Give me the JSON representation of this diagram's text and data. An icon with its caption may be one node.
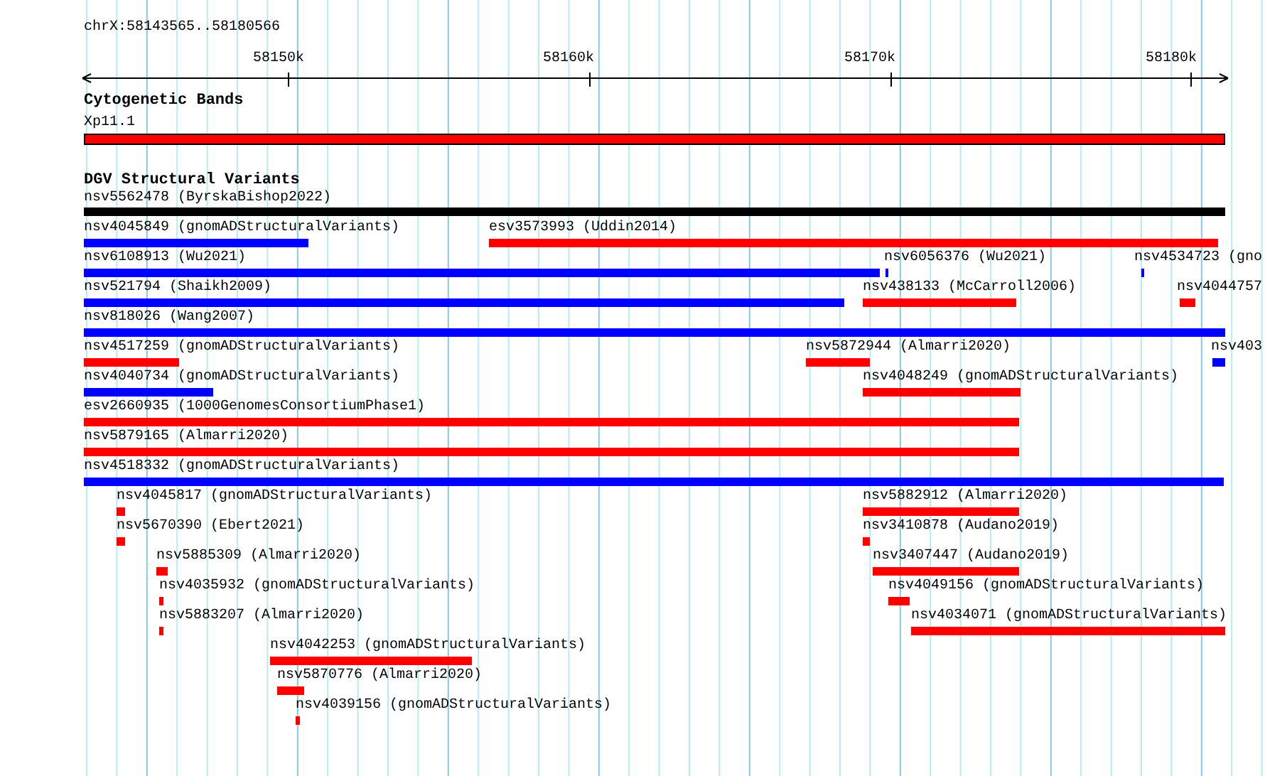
{
  "diagram": {
    "title": "chrX:58143565..58180566",
    "nodes": [
      {
        "text": [
          "Xp11.1"
        ]
      },
      {
        "text": [
          "nsv5562478 (ByrskaBishop2022)"
        ]
      },
      {
        "text": [
          "nsv4045849 (gnomADStructuralVariants)"
        ]
      },
      {
        "text": [
          "esv3573993 (Uddin2014)"
        ]
      },
      {
        "text": [
          "nsv6108913 (Wu2021)"
        ]
      },
      {
        "text": [
          "nsv6056376 (Wu2021)"
        ]
      },
      {
        "text": [
          "nsv4534723 (gno"
        ]
      },
      {
        "text": [
          "nsv521794 (Shaikh2009)"
        ]
      },
      {
        "text": [
          "nsv438133 (McCarroll2006)"
        ]
      },
      {
        "text": [
          "nsv4044757"
        ]
      },
      {
        "text": [
          "nsv818026 (Wang2007)"
        ]
      },
      {
        "text": [
          "nsv4517259 (gnomADStructuralVariants)"
        ]
      },
      {
        "text": [
          "nsv5872944 (Almarri2020)"
        ]
      },
      {
        "text": [
          "nsv403"
        ]
      },
      {
        "text": [
          "nsv4040734 (gnomADStructuralVariants)"
        ]
      },
      {
        "text": [
          "nsv4048249 (gnomADStructuralVariants)"
        ]
      },
      {
        "text": [
          "esv2660935 (1000GenomesConsortiumPhase1)"
        ]
      },
      {
        "text": [
          "nsv5879165 (Almarri2020)"
        ]
      },
      {
        "text": [
          "nsv4518332 (gnomADStructuralVariants)"
        ]
      },
      {
        "text": [
          "nsv4045817 (gnomADStructuralVariants)"
        ]
      },
      {
        "text": [
          "nsv5882912 (Almarri2020)"
        ]
      },
      {
        "text": [
          "nsv5670390 (Ebert2021)"
        ]
      },
      {
        "text": [
          "nsv3410878 (Audano2019)"
        ]
      },
      {
        "text": [
          "nsv5885309 (Almarri2020)"
        ]
      },
      {
        "text": [
          "nsv3407447 (Audano2019)"
        ]
      },
      {
        "text": [
          "nsv4035932 (gnomADStructuralVariants)"
        ]
      },
      {
        "text": [
          "nsv4049156 (gnomADStructuralVariants)"
        ]
      },
      {
        "text": [
          "nsv5883207 (Almarri2020)"
        ]
      },
      {
        "text": [
          "nsv4034071 (gnomADStructuralVariants)"
        ]
      },
      {
        "text": [
          "nsv4042253 (gnomADStructuralVariants)"
        ]
      },
      {
        "text": [
          "nsv5870776 (Almarri2020)"
        ]
      },
      {
        "text": [
          "nsv4039156 (gnomADStructuralVariants)"
        ]
      }
    ],
    "labels": [
      "58150k",
      "58160k",
      "58170k",
      "58180k",
      "Cytogenetic Bands",
      "DGV Structural Variants"
    ]
  }
}
